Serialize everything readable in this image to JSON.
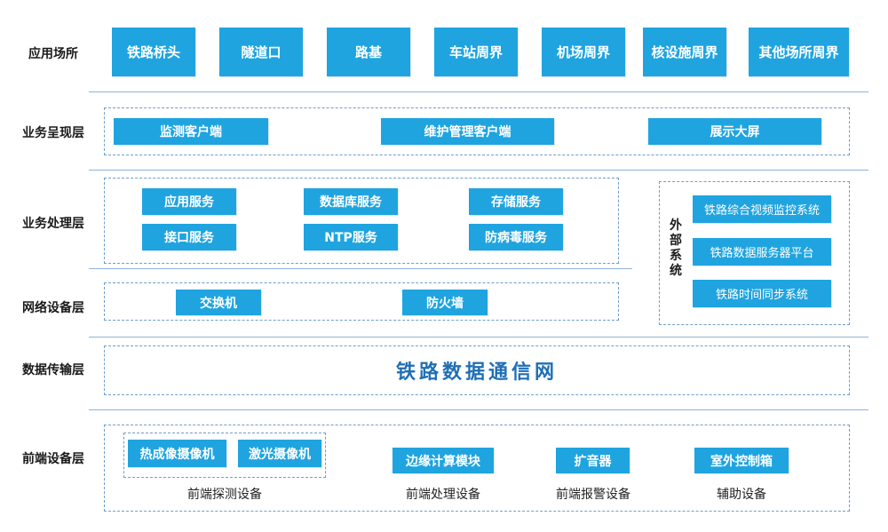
{
  "layers": {
    "application": "应用场所",
    "presentation": "业务呈现层",
    "processing": "业务处理层",
    "network_devices": "网络设备层",
    "transmission": "数据传输层",
    "frontend": "前端设备层"
  },
  "application_sites": [
    "铁路桥头",
    "隧道口",
    "路基",
    "车站周界",
    "机场周界",
    "核设施周界",
    "其他场所周界"
  ],
  "presentation_items": [
    "监测客户端",
    "维护管理客户端",
    "展示大屏"
  ],
  "processing_services": [
    "应用服务",
    "数据库服务",
    "存储服务",
    "接口服务",
    "NTP服务",
    "防病毒服务"
  ],
  "network_items": [
    "交换机",
    "防火墙"
  ],
  "external_system": {
    "label": "外部系统",
    "items": [
      "铁路综合视频监控系统",
      "铁路数据服务器平台",
      "铁路时间同步系统"
    ]
  },
  "transmission_network": "铁路数据通信网",
  "frontend": {
    "detection_items": [
      "热成像摄像机",
      "激光摄像机"
    ],
    "detection_caption": "前端探测设备",
    "processing_item": "边缘计算模块",
    "processing_caption": "前端处理设备",
    "alarm_item": "扩音器",
    "alarm_caption": "前端报警设备",
    "aux_item": "室外控制箱",
    "aux_caption": "辅助设备"
  },
  "colors": {
    "box_blue": "#1fa4e0",
    "title_blue": "#1f6fb5",
    "line": "#8fb2d6"
  }
}
